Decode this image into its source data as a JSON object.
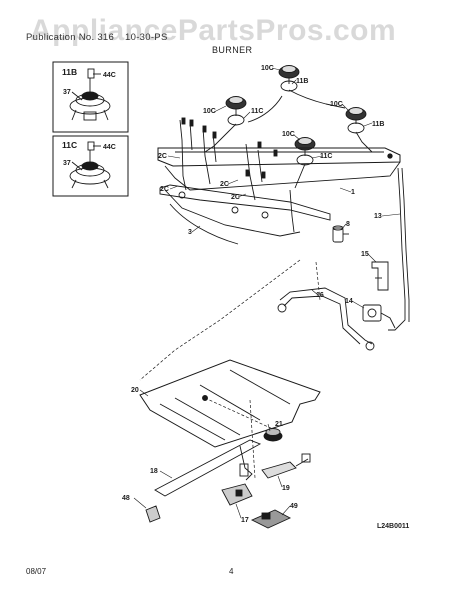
{
  "watermark": "AppliancePartsPros.com",
  "header": {
    "part1": "Publication No. 316",
    "part2": "10-30-PS",
    "section": "BURNER"
  },
  "footer": {
    "date": "08/07",
    "page": "4",
    "diagram_code": "L24B0011"
  },
  "insets": {
    "top_label": "11B",
    "bottom_label": "11C",
    "callouts_top": [
      "44C",
      "37"
    ],
    "callouts_bottom": [
      "44C",
      "37"
    ]
  },
  "callouts": {
    "c10c_a": "10C",
    "c11b_a": "11B",
    "c10c_b": "10C",
    "c11c_a": "11C",
    "c10c_c": "10C",
    "c11b_b": "11B",
    "c10c_d": "10C",
    "c11c_b": "11C",
    "c2c_a": "2C",
    "c2c_b": "2C",
    "c2c_c": "2C",
    "c2c_d": "2C",
    "c1": "1",
    "c3": "3",
    "c8": "8",
    "c13": "13",
    "c15": "15",
    "c16": "16",
    "c14": "14",
    "c20": "20",
    "c21": "21",
    "c18": "18",
    "c19": "19",
    "c48": "48",
    "c17": "17",
    "c49": "49"
  }
}
